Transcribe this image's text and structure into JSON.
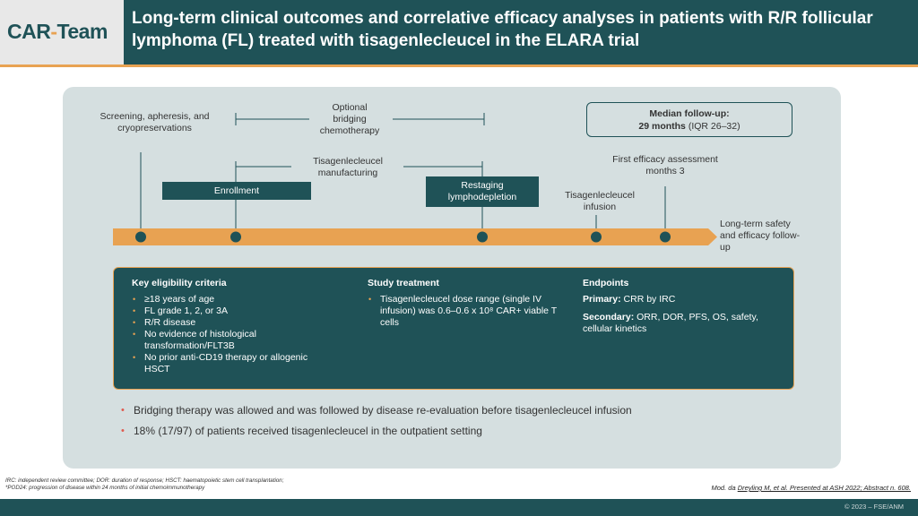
{
  "header": {
    "logo_car": "CAR",
    "logo_dash": "-",
    "logo_team": "Team",
    "title": "Long-term clinical outcomes and correlative efficacy analyses in patients with R/R follicular lymphoma (FL) treated with tisagenlecleucel in the ELARA trial"
  },
  "timeline": {
    "screening": "Screening, apheresis, and cryopreservations",
    "bridging": "Optional bridging chemotherapy",
    "manufacturing": "Tisagenlecleucel manufacturing",
    "enrollment": "Enrollment",
    "restaging": "Restaging lymphodepletion",
    "infusion": "Tisagenlecleucel infusion",
    "first_efficacy": "First efficacy assessment months 3",
    "long_term": "Long-term safety and efficacy follow-up",
    "median_followup_label": "Median follow-up:",
    "median_followup_value": "29 months",
    "median_followup_iqr": "(IQR 26–32)"
  },
  "criteria": {
    "eligibility_title": "Key eligibility criteria",
    "eligibility_items": [
      "≥18 years of age",
      "FL grade 1, 2, or 3A",
      "R/R disease",
      "No evidence of histological transformation/FLT3B",
      "No prior anti-CD19 therapy or allogenic HSCT"
    ],
    "treatment_title": "Study treatment",
    "treatment_items": [
      "Tisagenlecleucel dose range (single IV infusion) was 0.6–0.6 x 10⁸ CAR+ viable T cells"
    ],
    "endpoints_title": "Endpoints",
    "primary_label": "Primary:",
    "primary_value": "CRR by IRC",
    "secondary_label": "Secondary:",
    "secondary_value": "ORR, DOR, PFS, OS, safety, cellular kinetics"
  },
  "bullets": [
    "Bridging therapy was allowed and was followed by disease re-evaluation before tisagenlecleucel infusion",
    "18% (17/97) of patients received tisagenlecleucel in the outpatient setting"
  ],
  "footnote_line1": "IRC: independent review committee; DOR: duration of response; HSCT: haematopoietic stem cell transplantation;",
  "footnote_line2": "*POD24: progression of disease within 24 months of initial chemoimmunotherapy",
  "reference_prefix": "Mod. da ",
  "reference_link": "Dreyling M, et al. Presented at ASH 2022; Abstract n. 608.",
  "copyright": "© 2023 – FSE/ANM",
  "colors": {
    "primary": "#1f5257",
    "accent": "#e8a252",
    "panel": "#d5dfe0",
    "bullet": "#e05a4e"
  }
}
